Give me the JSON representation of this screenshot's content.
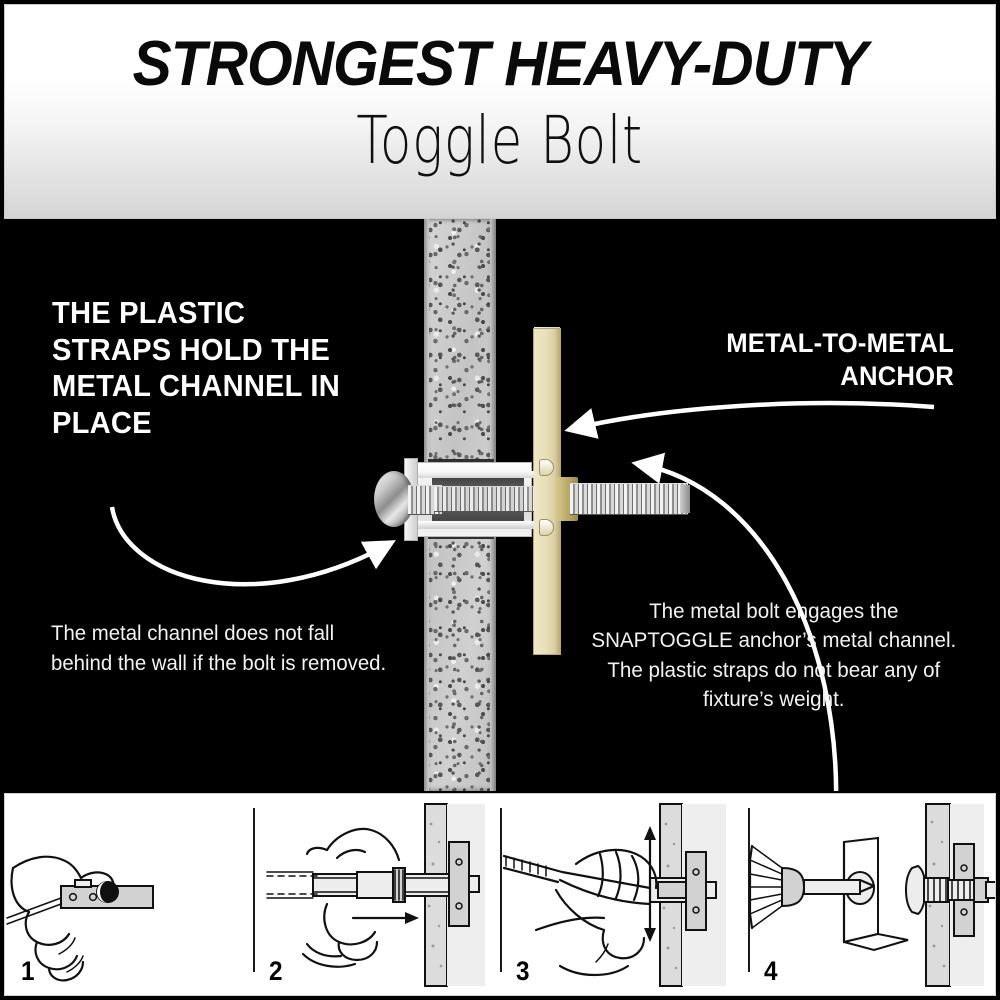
{
  "header": {
    "title_main": "STRONGEST HEAVY-DUTY",
    "title_sub": "Toggle Bolt"
  },
  "diagram": {
    "left_heading": "THE PLASTIC STRAPS HOLD THE METAL CHANNEL IN PLACE",
    "left_body": "The metal channel does not fall behind the wall if the bolt is removed.",
    "right_heading": "METAL-TO-METAL ANCHOR",
    "right_body": "The metal bolt engages the SNAPTOGGLE anchor’s metal channel. The plastic straps do not bear any of fixture’s weight.",
    "parts": {
      "wall": "wall-cutaway",
      "plate": "fixture-plate",
      "channel": "metal-channel",
      "bolt": "metal-bolt"
    },
    "colors": {
      "background": "#000000",
      "text": "#ffffff",
      "plate": "#e8dfb9",
      "wall": "#c4c4c4",
      "bolt": "#d9d9d9",
      "arrow": "#ffffff"
    }
  },
  "steps": [
    {
      "number": "1",
      "name": "insert-channel-through-hole"
    },
    {
      "number": "2",
      "name": "pull-straps-to-seat-channel"
    },
    {
      "number": "3",
      "name": "snap-off-straps"
    },
    {
      "number": "4",
      "name": "drive-bolt-through-fixture"
    }
  ],
  "frame": {
    "border_color": "#000000",
    "panel_color": "#ffffff"
  }
}
